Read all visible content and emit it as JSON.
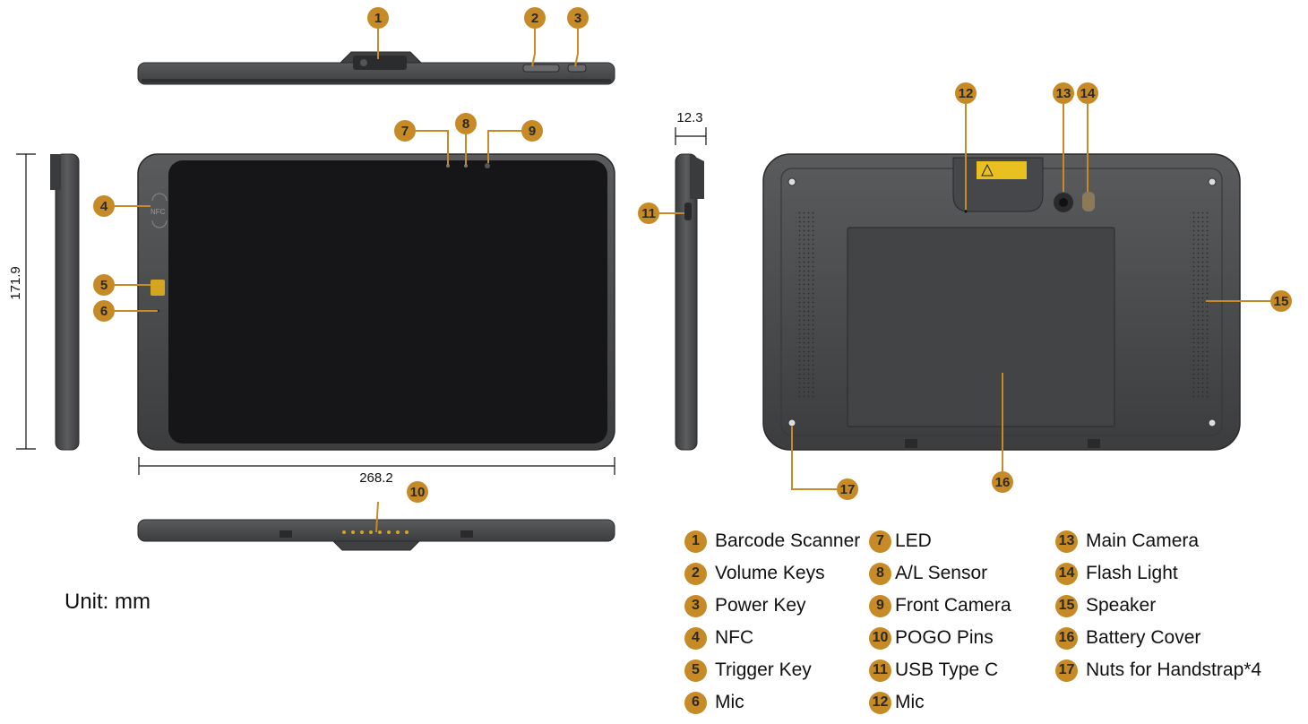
{
  "unit_label": "Unit: mm",
  "dimensions": {
    "thickness": "12.3",
    "height": "171.9",
    "width": "268.2"
  },
  "colors": {
    "accent": "#c68a26",
    "device_body": "#4a4b4d",
    "screen": "#161618"
  },
  "callouts": [
    "1",
    "2",
    "3",
    "4",
    "5",
    "6",
    "7",
    "8",
    "9",
    "10",
    "11",
    "12",
    "13",
    "14",
    "15",
    "16",
    "17"
  ],
  "legend": [
    {
      "number": "1",
      "label": "Barcode Scanner"
    },
    {
      "number": "2",
      "label": "Volume Keys"
    },
    {
      "number": "3",
      "label": "Power Key"
    },
    {
      "number": "4",
      "label": "NFC"
    },
    {
      "number": "5",
      "label": "Trigger Key"
    },
    {
      "number": "6",
      "label": "Mic"
    },
    {
      "number": "7",
      "label": "LED"
    },
    {
      "number": "8",
      "label": "A/L Sensor"
    },
    {
      "number": "9",
      "label": "Front Camera"
    },
    {
      "number": "10",
      "label": "POGO Pins"
    },
    {
      "number": "11",
      "label": "USB Type C"
    },
    {
      "number": "12",
      "label": "Mic"
    },
    {
      "number": "13",
      "label": "Main Camera"
    },
    {
      "number": "14",
      "label": "Flash Light"
    },
    {
      "number": "15",
      "label": "Speaker"
    },
    {
      "number": "16",
      "label": "Battery Cover"
    },
    {
      "number": "17",
      "label": "Nuts for Handstrap*4"
    }
  ],
  "nfc_mark": "NFC"
}
